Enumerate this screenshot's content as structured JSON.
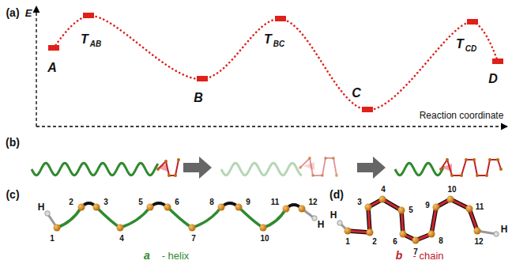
{
  "diagram": {
    "labels": [
      "(a)",
      "E",
      "A",
      "T",
      "AB",
      "B",
      "T",
      "BC",
      "C",
      "T",
      "CD",
      "D",
      "Reaction coordinate",
      "(b)",
      "(c)",
      "H",
      "1",
      "2",
      "3",
      "4",
      "5",
      "6",
      "7",
      "8",
      "9",
      "10",
      "11",
      "12",
      "H",
      "a",
      "- helix",
      "(d)",
      "H",
      "1",
      "2",
      "3",
      "4",
      "5",
      "6",
      "7",
      "8",
      "9",
      "10",
      "11",
      "12",
      "H",
      "b",
      "- chain"
    ]
  }
}
